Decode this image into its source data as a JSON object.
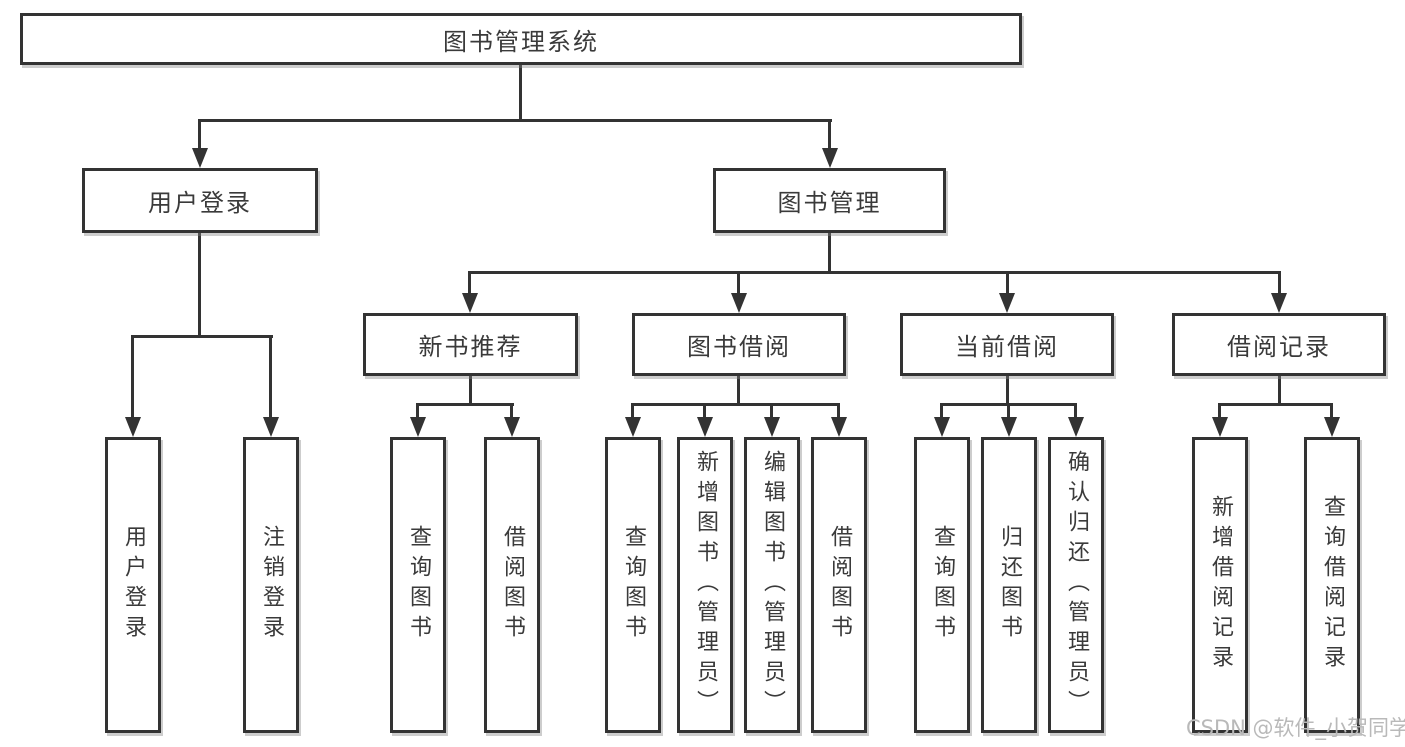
{
  "diagram": {
    "root": {
      "label": "图书管理系统"
    },
    "branches": [
      {
        "label": "用户登录",
        "children": [
          {
            "label": "用户登录"
          },
          {
            "label": "注销登录"
          }
        ]
      },
      {
        "label": "图书管理",
        "children": [
          {
            "label": "新书推荐",
            "children": [
              {
                "label": "查询图书"
              },
              {
                "label": "借阅图书"
              }
            ]
          },
          {
            "label": "图书借阅",
            "children": [
              {
                "label": "查询图书"
              },
              {
                "label": "新增图书（管理员）"
              },
              {
                "label": "编辑图书（管理员）"
              },
              {
                "label": "借阅图书"
              }
            ]
          },
          {
            "label": "当前借阅",
            "children": [
              {
                "label": "查询图书"
              },
              {
                "label": "归还图书"
              },
              {
                "label": "确认归还（管理员）"
              }
            ]
          },
          {
            "label": "借阅记录",
            "children": [
              {
                "label": "新增借阅记录"
              },
              {
                "label": "查询借阅记录"
              }
            ]
          }
        ]
      }
    ],
    "colors": {
      "line": "#333333",
      "text": "#3a3a3a",
      "watermark": "#b9b9b9",
      "background": "#ffffff"
    }
  },
  "watermark": {
    "text": "CSDN @软件_小贺同学"
  }
}
